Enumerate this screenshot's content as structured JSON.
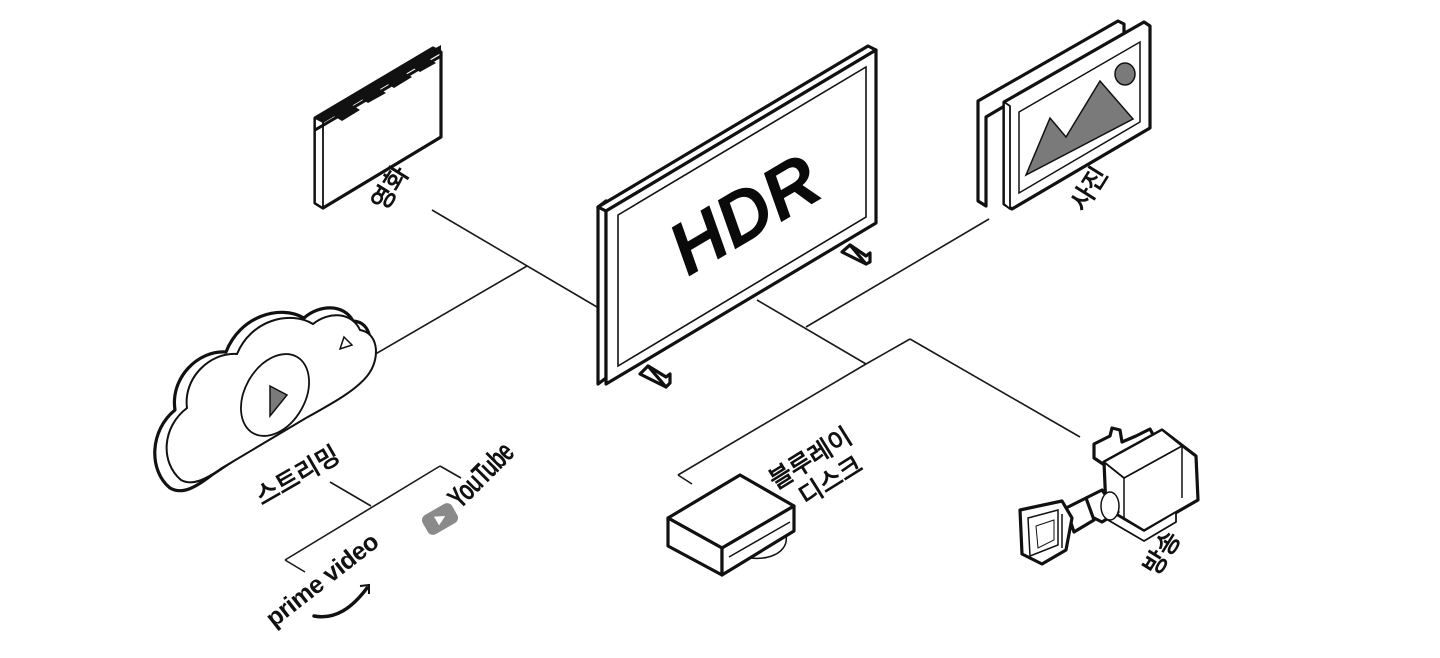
{
  "diagram": {
    "center": {
      "label": "HDR"
    },
    "sources": [
      {
        "id": "movie",
        "label": "영화",
        "icon": "clapperboard-icon"
      },
      {
        "id": "photo",
        "label": "사진",
        "icon": "photo-frame-icon"
      },
      {
        "id": "streaming",
        "label": "스트리밍",
        "icon": "cloud-play-icon",
        "services": [
          {
            "id": "youtube",
            "label": "YouTube",
            "icon": "youtube-play-icon"
          },
          {
            "id": "prime-video",
            "label": "prime video",
            "icon": "amazon-smile-arrow-icon"
          }
        ]
      },
      {
        "id": "bluray",
        "label_lines": [
          "블루레이",
          "디스크"
        ],
        "icon": "bluray-player-icon"
      },
      {
        "id": "broadcast",
        "label": "방송",
        "icon": "broadcast-camera-icon"
      }
    ]
  },
  "colors": {
    "stroke": "#111111",
    "background": "#ffffff",
    "icon_fill_gray": "#7a7a7a",
    "youtube_badge_gray": "#8a8a8a"
  }
}
